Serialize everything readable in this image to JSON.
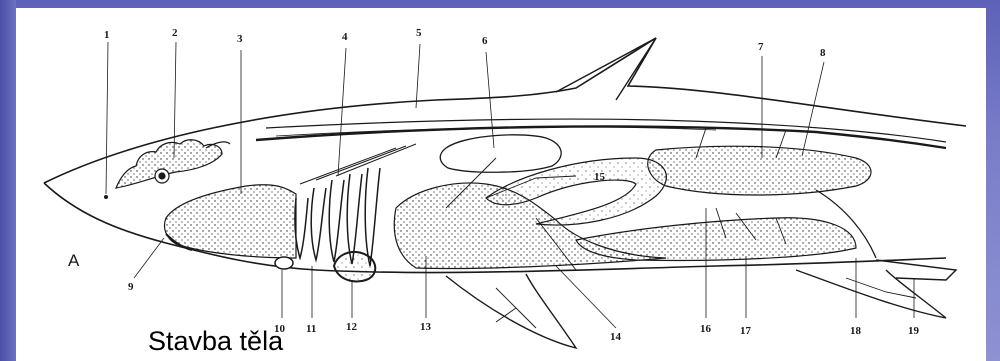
{
  "caption": "Stavba těla",
  "panel_letter": "A",
  "labels": [
    "1",
    "2",
    "3",
    "4",
    "5",
    "6",
    "7",
    "8",
    "9",
    "10",
    "11",
    "12",
    "13",
    "14",
    "15",
    "16",
    "17",
    "18",
    "19"
  ],
  "colors": {
    "background": "#6f73c4",
    "figure": "#ffffff",
    "ink": "#1a1a1a"
  }
}
